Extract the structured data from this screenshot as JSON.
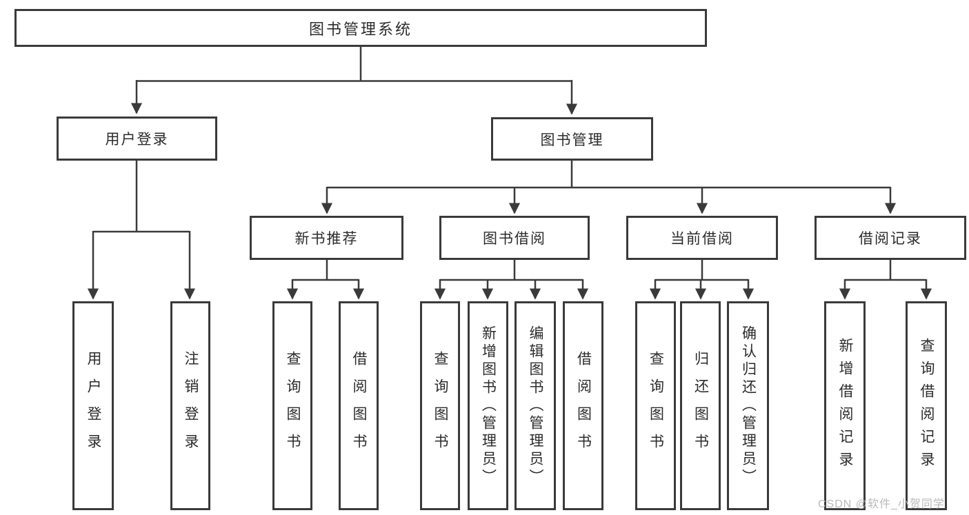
{
  "root": {
    "label": "图书管理系统"
  },
  "branches": {
    "user_login": {
      "label": "用户登录",
      "children": [
        "用户登录",
        "注销登录"
      ]
    },
    "book_mgmt": {
      "label": "图书管理",
      "sections": [
        {
          "label": "新书推荐",
          "children": [
            "查询图书",
            "借阅图书"
          ]
        },
        {
          "label": "图书借阅",
          "children": [
            "查询图书",
            "新增图书（管理员）",
            "编辑图书（管理员）",
            "借阅图书"
          ]
        },
        {
          "label": "当前借阅",
          "children": [
            "查询图书",
            "归还图书",
            "确认归还（管理员）"
          ]
        },
        {
          "label": "借阅记录",
          "children": [
            "新增借阅记录",
            "查询借阅记录"
          ]
        }
      ]
    }
  },
  "watermark": "CSDN @软件_小贺同学",
  "colors": {
    "line": "#3a3a3a",
    "box_border": "#3a3a3a",
    "text": "#2b2b2b",
    "watermark": "#b9b9b9",
    "background": "#ffffff"
  }
}
